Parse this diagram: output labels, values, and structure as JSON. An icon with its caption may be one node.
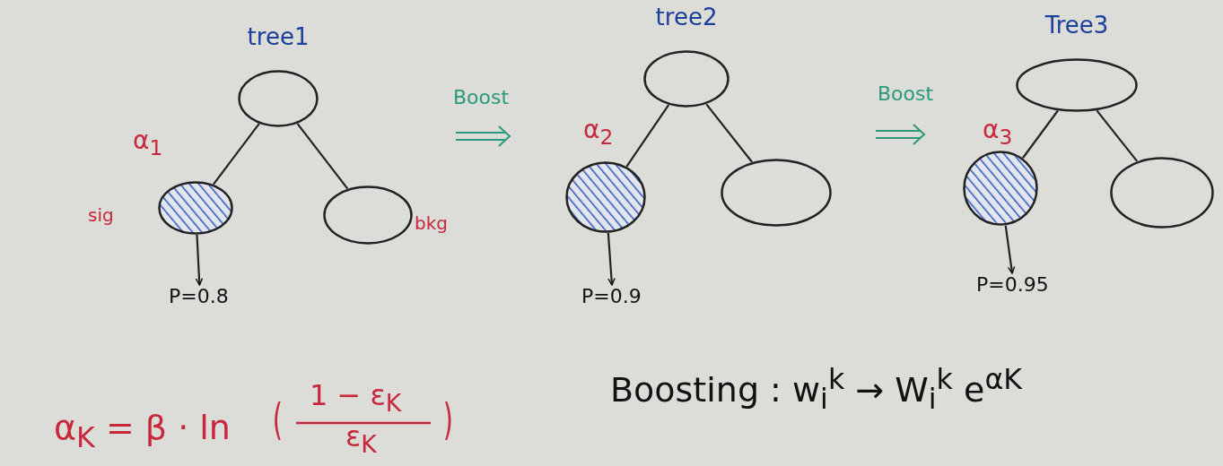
{
  "diagram": {
    "nodes": [
      {
        "text": [
          "tree1"
        ]
      },
      {
        "text": [],
        "shape": "circle",
        "beside": [
          "sig"
        ]
      },
      {
        "text": [],
        "shape": "circle",
        "beside": [
          "bkg"
        ]
      },
      {
        "text": [
          "P=0.8"
        ]
      },
      {
        "text": [
          "tree2"
        ]
      },
      {
        "text": [],
        "shape": "circle"
      },
      {
        "text": [],
        "shape": "circle"
      },
      {
        "text": [
          "P=0.9"
        ]
      },
      {
        "text": [
          "Tree3"
        ]
      },
      {
        "text": [],
        "shape": "circle"
      },
      {
        "text": [],
        "shape": "circle"
      },
      {
        "text": [
          "P=0.95"
        ]
      }
    ],
    "edges": [
      {
        "from": 0,
        "to": 1,
        "arrow": "none",
        "label": "α$_{1}$"
      },
      {
        "from": 0,
        "to": 2,
        "arrow": "none"
      },
      {
        "from": 1,
        "to": 3,
        "arrow": "to"
      },
      {
        "from": 4,
        "to": 5,
        "arrow": "none",
        "label": "α$_{2}$"
      },
      {
        "from": 4,
        "to": 6,
        "arrow": "none"
      },
      {
        "from": 5,
        "to": 7,
        "arrow": "to"
      },
      {
        "from": 8,
        "to": 9,
        "arrow": "none",
        "label": "α$_{3}$"
      },
      {
        "from": 8,
        "to": 10,
        "arrow": "none"
      },
      {
        "from": 9,
        "to": 11,
        "arrow": "to"
      }
    ],
    "labels": [
      "Boost",
      "Boost",
      "α$_{K}$ = β · ln",
      "(",
      "1 − ε$_{K}$",
      "ε$_{K}$",
      ")",
      "Boosting : w$_{i}$$^{k}$ → W$_{i}$$^{k}$ e$^{αK}$"
    ]
  }
}
